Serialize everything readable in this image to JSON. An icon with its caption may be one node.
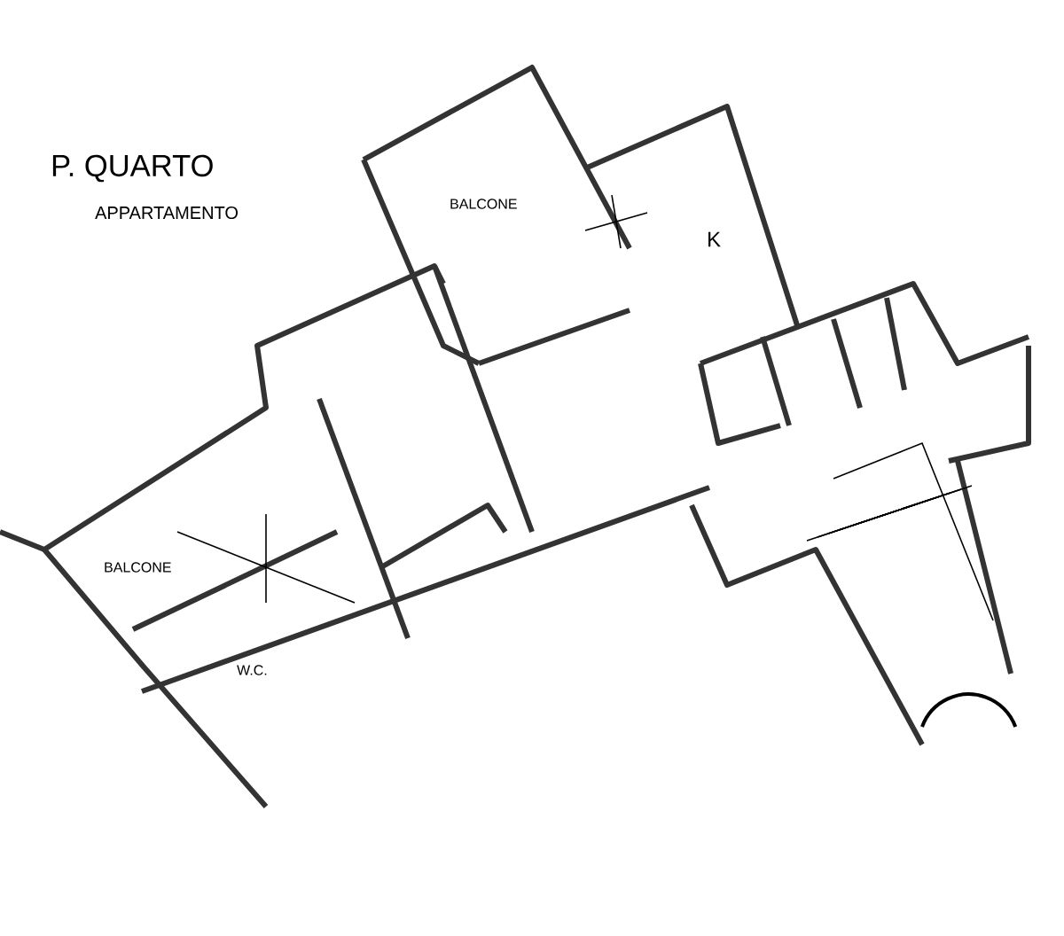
{
  "diagram": {
    "title": "P. QUARTO",
    "labels": [
      "APPARTAMENTO",
      "BALCONE",
      "K",
      "BALCONE",
      "W.C."
    ]
  }
}
